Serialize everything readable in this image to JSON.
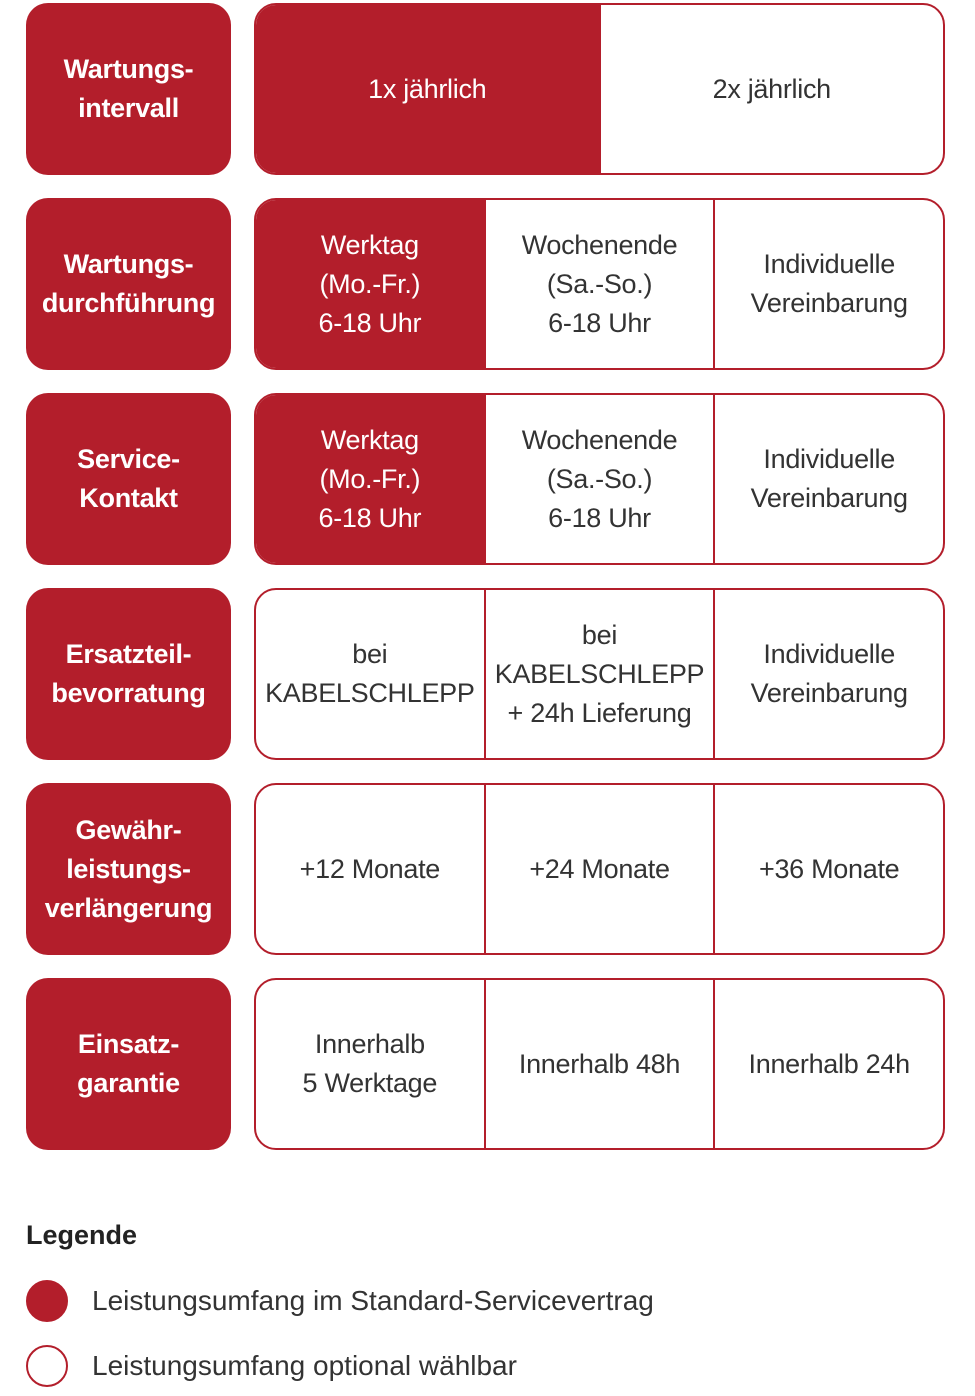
{
  "colors": {
    "accent": "#b31e2b",
    "text": "#333333"
  },
  "rows": [
    {
      "label": "Wartungs-\nintervall",
      "cells": [
        {
          "text": "1x jährlich",
          "standard": true
        },
        {
          "text": "2x jährlich",
          "standard": false
        }
      ]
    },
    {
      "label": "Wartungs-\ndurchführung",
      "cells": [
        {
          "text": "Werktag\n(Mo.-Fr.)\n6-18 Uhr",
          "standard": true
        },
        {
          "text": "Wochenende\n(Sa.-So.)\n6-18 Uhr",
          "standard": false
        },
        {
          "text": "Individuelle\nVereinbarung",
          "standard": false
        }
      ]
    },
    {
      "label": "Service-\nKontakt",
      "cells": [
        {
          "text": "Werktag\n(Mo.-Fr.)\n6-18 Uhr",
          "standard": true
        },
        {
          "text": "Wochenende\n(Sa.-So.)\n6-18 Uhr",
          "standard": false
        },
        {
          "text": "Individuelle\nVereinbarung",
          "standard": false
        }
      ]
    },
    {
      "label": "Ersatzteil-\nbevorratung",
      "cells": [
        {
          "text": "bei\nKABELSCHLEPP",
          "standard": false
        },
        {
          "text": "bei\nKABELSCHLEPP\n+ 24h Lieferung",
          "standard": false
        },
        {
          "text": "Individuelle\nVereinbarung",
          "standard": false
        }
      ]
    },
    {
      "label": "Gewähr-\nleistungs-\nverlängerung",
      "cells": [
        {
          "text": "+12 Monate",
          "standard": false
        },
        {
          "text": "+24 Monate",
          "standard": false
        },
        {
          "text": "+36 Monate",
          "standard": false
        }
      ]
    },
    {
      "label": "Einsatz-\ngarantie",
      "cells": [
        {
          "text": "Innerhalb\n5 Werktage",
          "standard": false
        },
        {
          "text": "Innerhalb 48h",
          "standard": false
        },
        {
          "text": "Innerhalb 24h",
          "standard": false
        }
      ]
    }
  ],
  "legend": {
    "title": "Legende",
    "items": [
      {
        "text": "Leistungsumfang im Standard-Servicevertrag",
        "filled": true
      },
      {
        "text": "Leistungsumfang optional wählbar",
        "filled": false
      }
    ]
  }
}
